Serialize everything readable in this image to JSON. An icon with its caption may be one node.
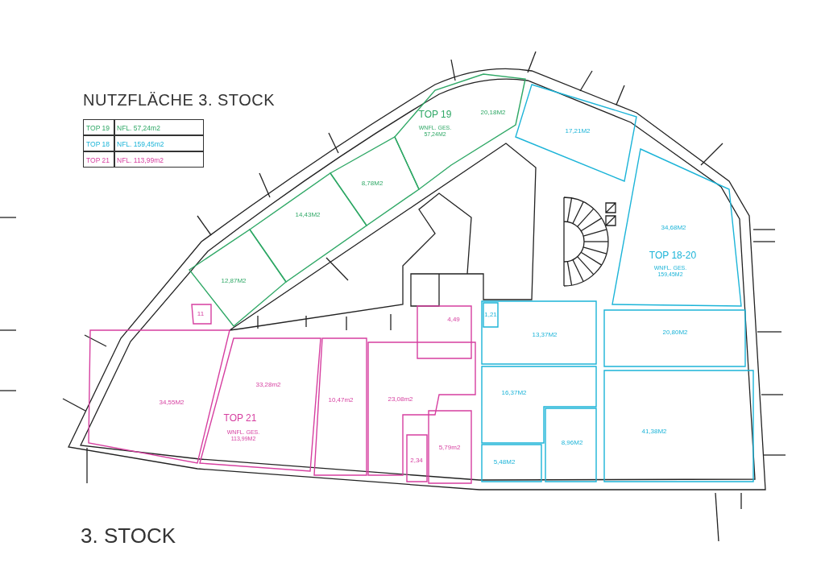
{
  "diagram": {
    "title": "NUTZFLÄCHE 3. STOCK",
    "caption": "3. STOCK",
    "nodes": [
      {
        "text": [
          "TOP 19",
          "WNFL. GES. 57,24M2",
          "20,18M2"
        ]
      },
      {
        "text": [
          "8,78M2"
        ]
      },
      {
        "text": [
          "14,43M2"
        ]
      },
      {
        "text": [
          "12,87M2"
        ]
      },
      {
        "text": [
          "11"
        ]
      },
      {
        "text": [
          "17,21M2"
        ]
      },
      {
        "text": [
          "34,68M2",
          "TOP 18-20",
          "WNFL. GES. 159,45M2"
        ]
      },
      {
        "text": [
          "4,49"
        ]
      },
      {
        "text": [
          "13,37M2"
        ]
      },
      {
        "text": [
          "1,21"
        ],
        "in": 8
      },
      {
        "text": [
          "20,80M2"
        ]
      },
      {
        "text": [
          "34,55M2"
        ]
      },
      {
        "text": [
          "33,28m2",
          "TOP 21",
          "WNFL. GES. 113,99M2"
        ]
      },
      {
        "text": [
          "10,47m2"
        ]
      },
      {
        "text": [
          "23,08m2"
        ]
      },
      {
        "text": [
          "16,37M2"
        ]
      },
      {
        "text": [
          "2,34"
        ]
      },
      {
        "text": [
          "5,79m2"
        ]
      },
      {
        "text": [
          "8,96M2"
        ]
      },
      {
        "text": [
          "5,48M2"
        ]
      },
      {
        "text": [
          "41,38M2"
        ]
      }
    ],
    "labels": [
      "TOP 19",
      "NFL. 57,24m2",
      "TOP 18",
      "NFL. 159,45m2",
      "TOP 21",
      "NFL. 113,99m2"
    ]
  }
}
